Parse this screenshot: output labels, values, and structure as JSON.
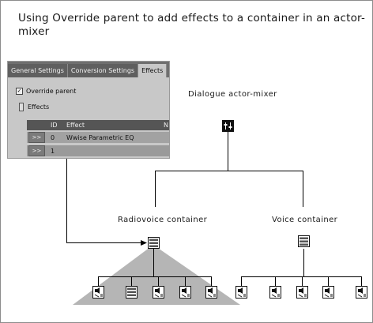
{
  "title": "Using Override parent to add effects to a container in an actor-mixer",
  "nodes": {
    "mixer_label": "Dialogue actor-mixer",
    "radio_label": "Radiovoice container",
    "voice_label": "Voice container"
  },
  "panel": {
    "tabs": [
      "General Settings",
      "Conversion Settings",
      "Effects"
    ],
    "override_label": "Override parent",
    "effects_group_label": "Effects",
    "columns": {
      "id": "ID",
      "effect": "Effect",
      "n": "N"
    },
    "rows": [
      {
        "button": ">>",
        "id": "0",
        "effect": "Wwise Parametric EQ"
      },
      {
        "button": ">>",
        "id": "1",
        "effect": ""
      }
    ]
  },
  "colors": {
    "highlight_triangle": "#b4b4b4",
    "line": "#000000",
    "panel_bg": "#c8c8c8"
  },
  "icons": {
    "actor_mixer": "actor-mixer-icon",
    "container": "container-icon",
    "sound": "sound-icon"
  }
}
